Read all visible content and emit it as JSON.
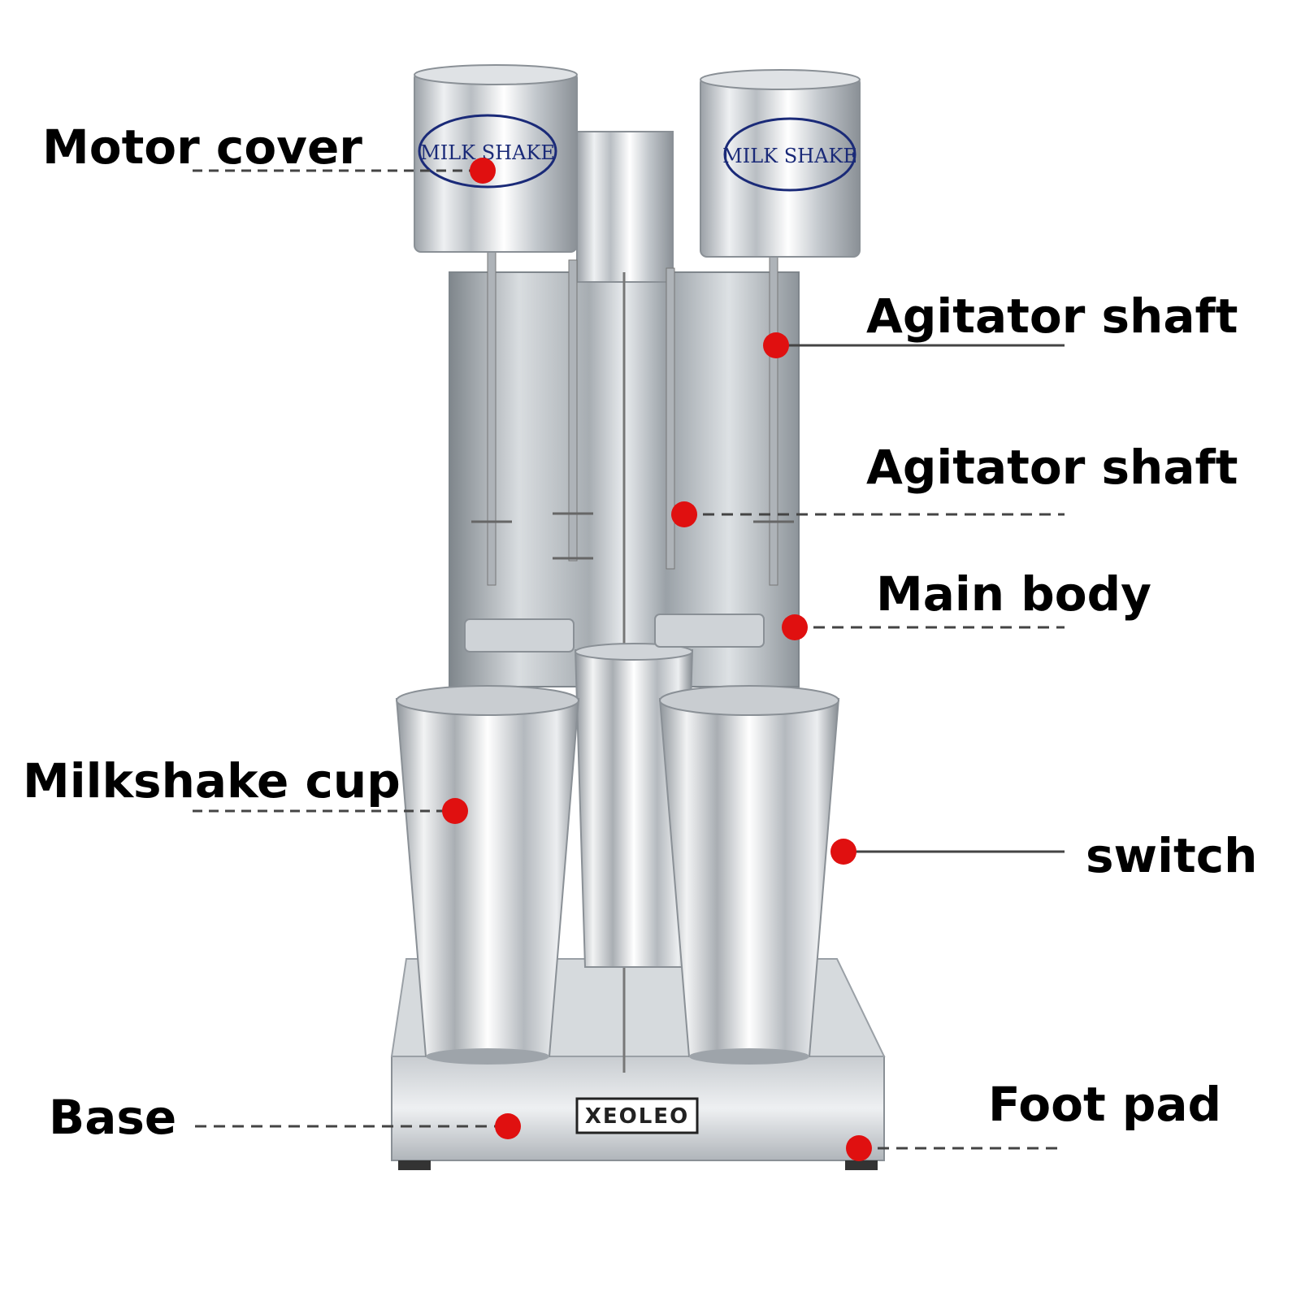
{
  "brand": {
    "logo_text": "XEOLEO",
    "motor_band_text": "MILK SHAKE"
  },
  "colors": {
    "steel_light": "#f4f5f6",
    "steel_mid": "#c4c8cc",
    "steel_dark": "#8a9096",
    "marker_red": "#e01010",
    "leader_line": "#444444",
    "label_text": "#000000",
    "band_text": "#1a2a78"
  },
  "callouts": [
    {
      "id": "motor-cover",
      "label": "Motor cover",
      "line_style": "dashed"
    },
    {
      "id": "agitator-shaft-upper",
      "label": "Agitator shaft",
      "line_style": "solid"
    },
    {
      "id": "agitator-shaft-lower",
      "label": "Agitator shaft",
      "line_style": "dashed"
    },
    {
      "id": "main-body",
      "label": "Main body",
      "line_style": "dashed"
    },
    {
      "id": "milkshake-cup",
      "label": "Milkshake cup",
      "line_style": "dashed"
    },
    {
      "id": "switch",
      "label": "switch",
      "line_style": "solid"
    },
    {
      "id": "base",
      "label": "Base",
      "line_style": "dashed"
    },
    {
      "id": "foot-pad",
      "label": "Foot pad",
      "line_style": "dashed"
    }
  ]
}
